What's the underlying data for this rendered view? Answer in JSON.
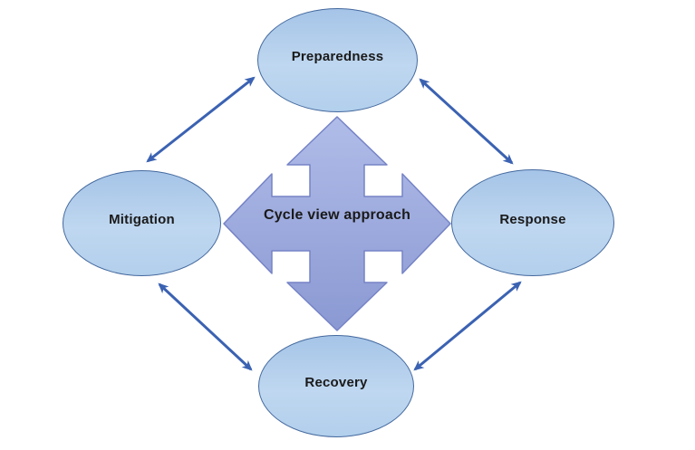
{
  "center": {
    "label": "Cycle view approach"
  },
  "nodes": [
    {
      "id": "preparedness",
      "label": "Preparedness"
    },
    {
      "id": "mitigation",
      "label": "Mitigation"
    },
    {
      "id": "response",
      "label": "Response"
    },
    {
      "id": "recovery",
      "label": "Recovery"
    }
  ],
  "connections": [
    {
      "from": "mitigation",
      "to": "preparedness",
      "style": "double-headed-arrow"
    },
    {
      "from": "preparedness",
      "to": "response",
      "style": "double-headed-arrow"
    },
    {
      "from": "mitigation",
      "to": "recovery",
      "style": "double-headed-arrow"
    },
    {
      "from": "recovery",
      "to": "response",
      "style": "double-headed-arrow"
    }
  ],
  "colors": {
    "background": "#ffffff",
    "connector": "#3b62b2",
    "ellipse_fill_top": "#a5c4e7",
    "ellipse_fill_bottom": "#b2cfec",
    "ellipse_border": "#44699e",
    "quad_arrow_fill_top": "#b0bce8",
    "quad_arrow_fill_bottom": "#8b99d3",
    "quad_arrow_border": "#7583c6",
    "label_text": "#1a1a1a"
  }
}
